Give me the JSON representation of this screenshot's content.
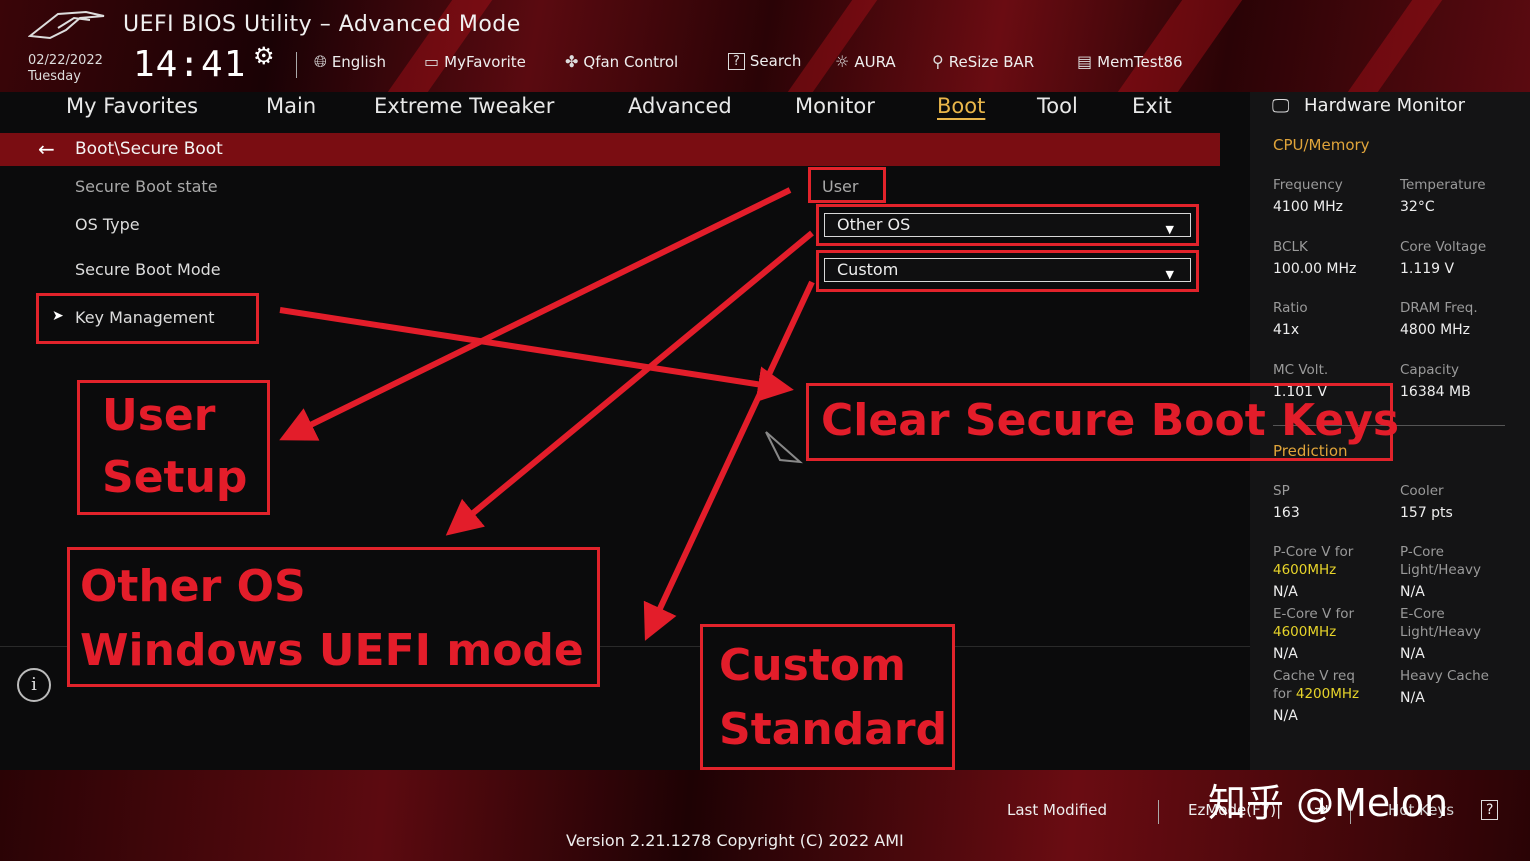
{
  "header": {
    "title": "UEFI BIOS Utility – Advanced Mode",
    "date": "02/22/2022",
    "day": "Tuesday",
    "time": "14:41",
    "tools": [
      {
        "label": "English",
        "icon": "globe-icon"
      },
      {
        "label": "MyFavorite",
        "icon": "favorite-icon"
      },
      {
        "label": "Qfan Control",
        "icon": "fan-icon"
      },
      {
        "label": "Search",
        "icon": "search-icon"
      },
      {
        "label": "AURA",
        "icon": "aura-icon"
      },
      {
        "label": "ReSize BAR",
        "icon": "resize-bar-icon"
      },
      {
        "label": "MemTest86",
        "icon": "memtest-icon"
      }
    ]
  },
  "nav": {
    "items": [
      "My Favorites",
      "Main",
      "Extreme Tweaker",
      "Advanced",
      "Monitor",
      "Boot",
      "Tool",
      "Exit"
    ],
    "active": "Boot"
  },
  "breadcrumb": "Boot\\Secure Boot",
  "settings": {
    "secure_boot_state_label": "Secure Boot state",
    "secure_boot_state_value": "User",
    "os_type_label": "OS Type",
    "os_type_value": "Other OS",
    "secure_boot_mode_label": "Secure Boot Mode",
    "secure_boot_mode_value": "Custom",
    "key_management_label": "Key Management"
  },
  "annotations": {
    "user_setup": [
      "User",
      "Setup"
    ],
    "other_os": [
      "Other OS",
      "Windows UEFI mode"
    ],
    "custom_standard": [
      "Custom",
      "Standard"
    ],
    "clear_keys": "Clear Secure Boot Keys"
  },
  "hardware_monitor": {
    "title": "Hardware Monitor",
    "cpu_memory_title": "CPU/Memory",
    "items": [
      {
        "label": "Frequency",
        "value": "4100 MHz"
      },
      {
        "label": "Temperature",
        "value": "32°C"
      },
      {
        "label": "BCLK",
        "value": "100.00 MHz"
      },
      {
        "label": "Core Voltage",
        "value": "1.119 V"
      },
      {
        "label": "Ratio",
        "value": "41x"
      },
      {
        "label": "DRAM Freq.",
        "value": "4800 MHz"
      },
      {
        "label": "MC Volt.",
        "value": "1.101 V"
      },
      {
        "label": "Capacity",
        "value": "16384 MB"
      }
    ],
    "prediction_title": "Prediction",
    "prediction": {
      "sp_label": "SP",
      "sp_value": "163",
      "cooler_label": "Cooler",
      "cooler_value": "157 pts",
      "pcore_v_label": "P-Core V for",
      "pcore_v_freq": "4600MHz",
      "pcore_v_value": "N/A",
      "pcore_lh_label1": "P-Core",
      "pcore_lh_label2": "Light/Heavy",
      "pcore_lh_value": "N/A",
      "ecore_v_label": "E-Core V for",
      "ecore_v_freq": "4600MHz",
      "ecore_v_value": "N/A",
      "ecore_lh_label1": "E-Core",
      "ecore_lh_label2": "Light/Heavy",
      "ecore_lh_value": "N/A",
      "cache_label1": "Cache V req",
      "cache_label2_prefix": "for ",
      "cache_freq": "4200MHz",
      "cache_value": "N/A",
      "heavy_cache_label": "Heavy Cache",
      "heavy_cache_value": "N/A"
    }
  },
  "footer": {
    "last_modified": "Last Modified",
    "ezmode": "EzMode(F7)|",
    "hotkeys": "Hot Keys",
    "hotkeys_key": "?",
    "version": "Version 2.21.1278 Copyright (C) 2022 AMI"
  },
  "watermark": "知乎 @Melon",
  "colors": {
    "accent": "#e9b64a",
    "annotation_red": "#e31d2a",
    "breadcrumb_bg": "#7a0d12",
    "hw_yellow": "#e7d42a"
  }
}
